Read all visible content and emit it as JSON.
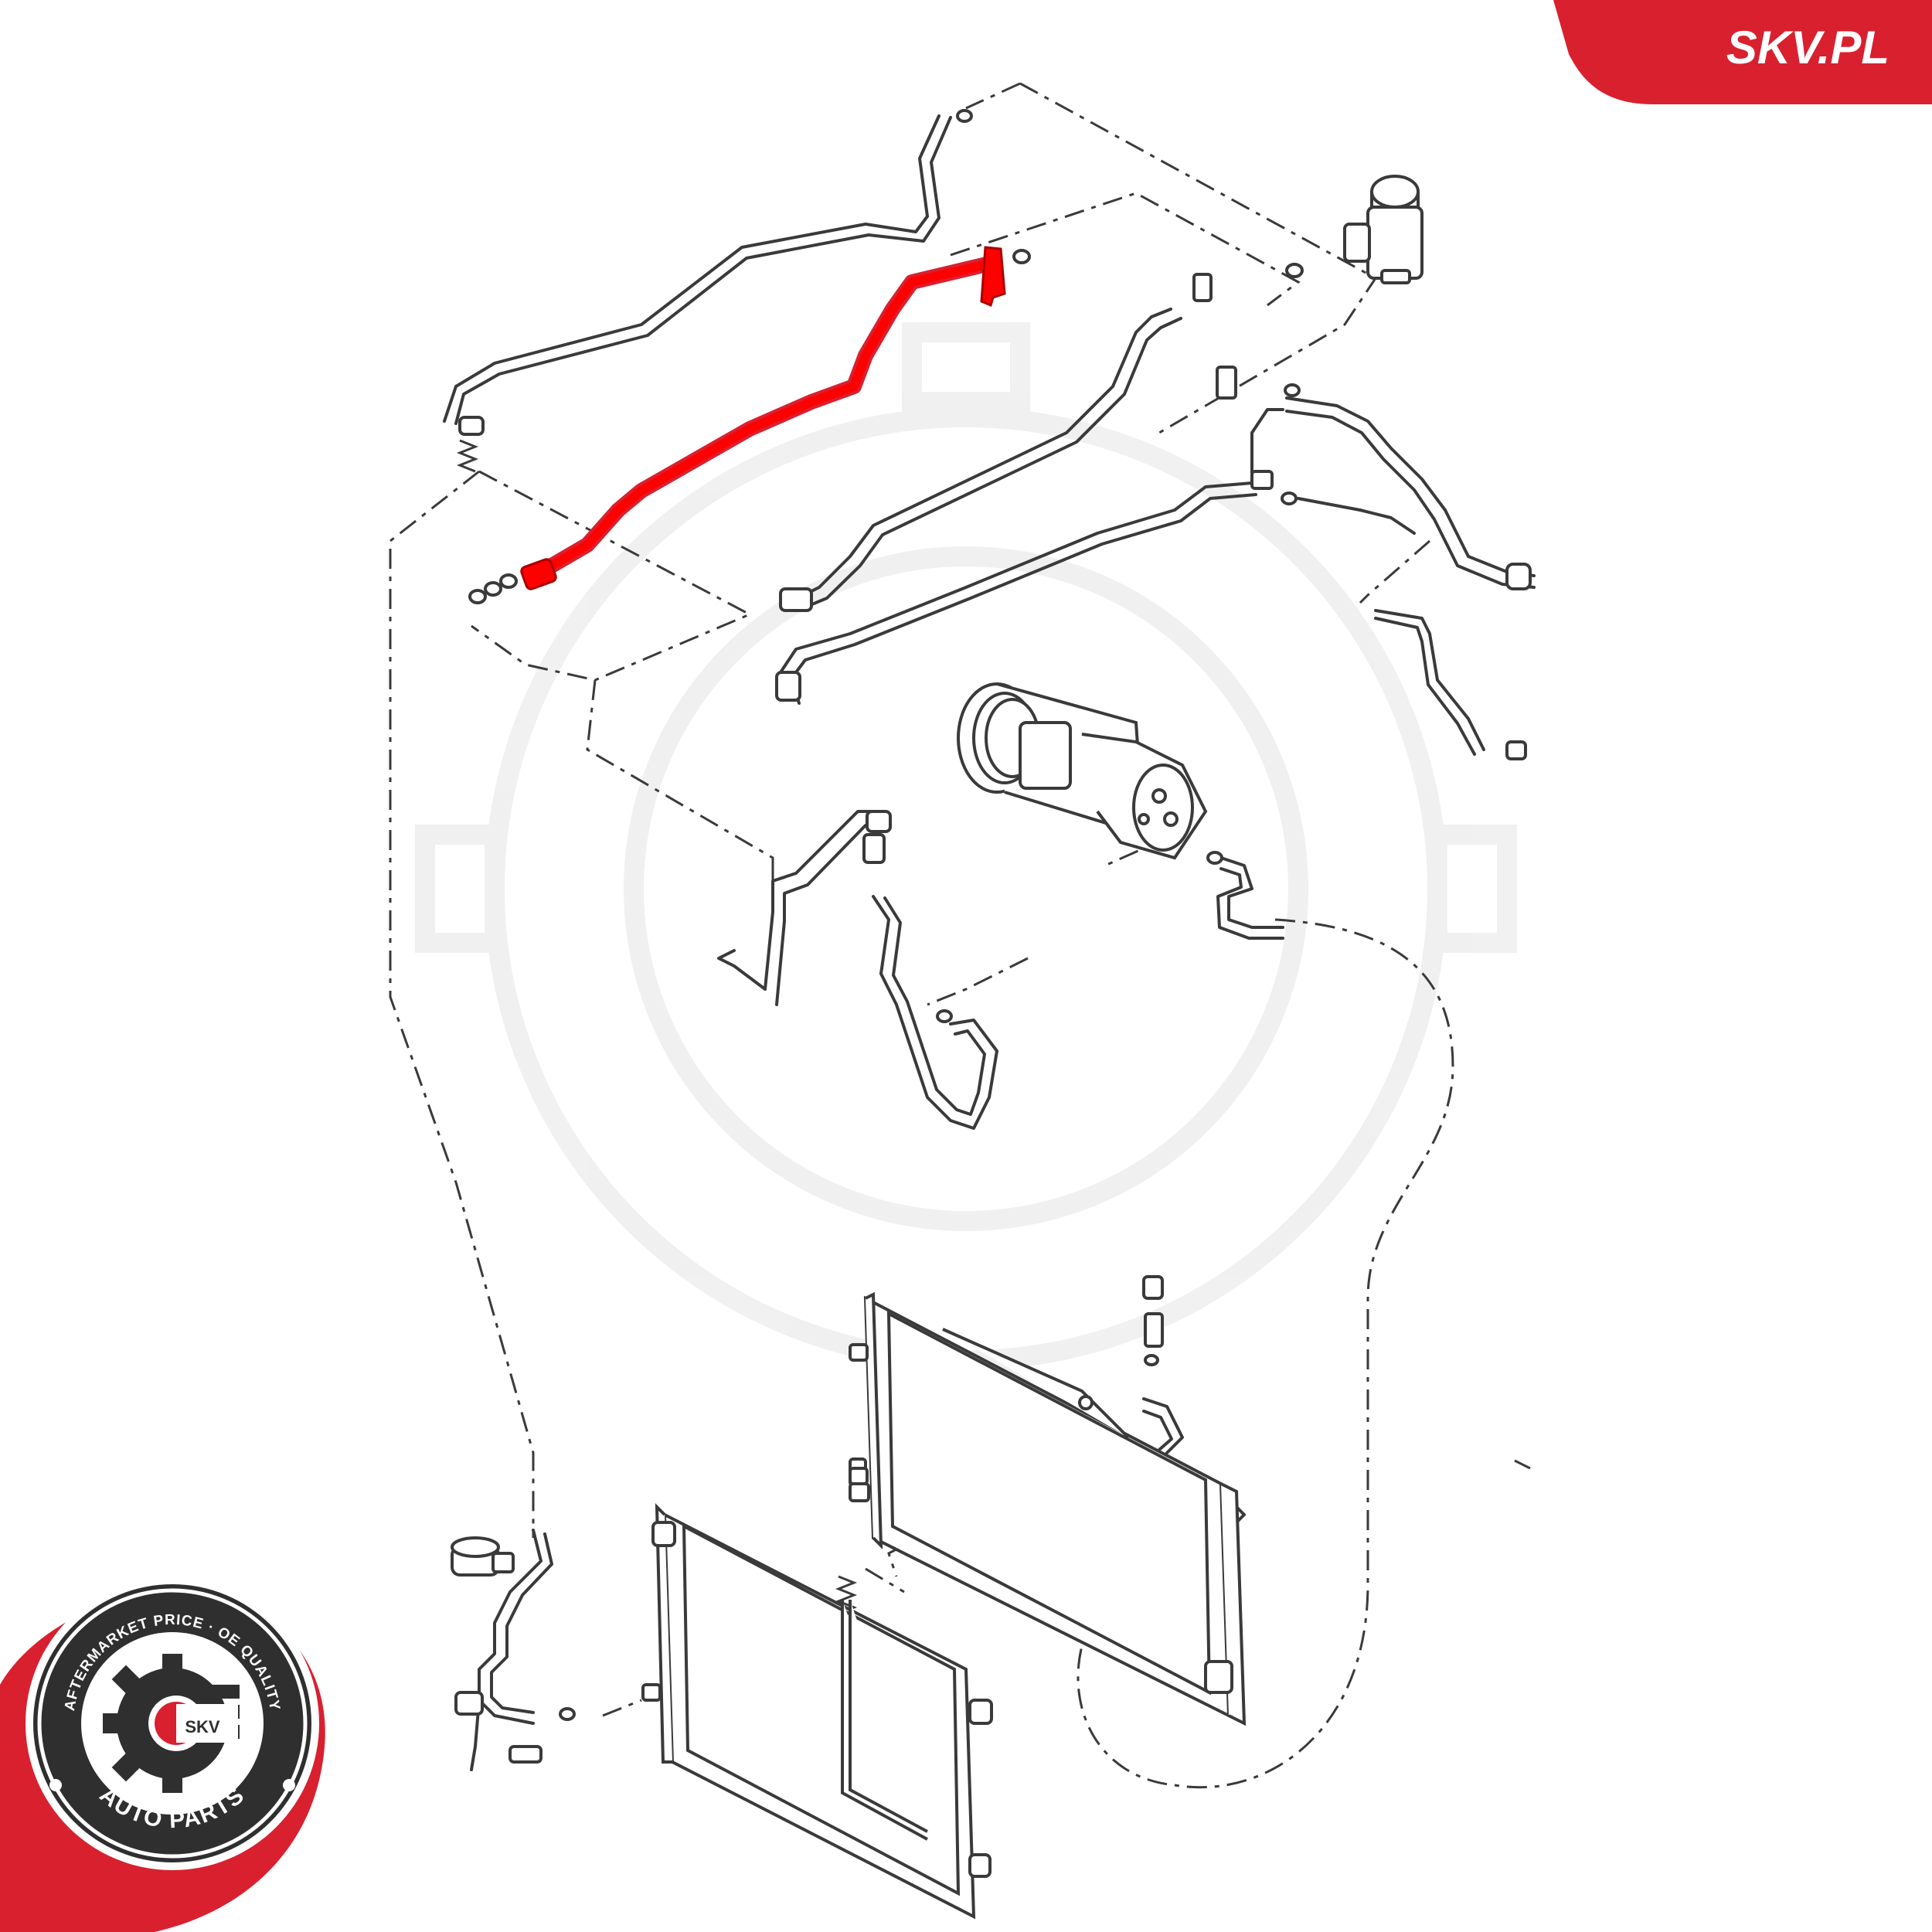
{
  "brand": {
    "site_label": "SKV.PL",
    "accent_color": "#d9202f",
    "highlight_color": "#ff0000",
    "line_color": "#3a3a3a"
  },
  "seal": {
    "top_text": "AFTERMARKET PRICE · OE QUALITY",
    "center_text": "SKV",
    "bottom_text": "AUTO PARTS",
    "icon": "gear-icon"
  },
  "diagram": {
    "subject": "air-conditioning refrigerant line layout",
    "highlighted_part": "refrigerant-hose"
  }
}
